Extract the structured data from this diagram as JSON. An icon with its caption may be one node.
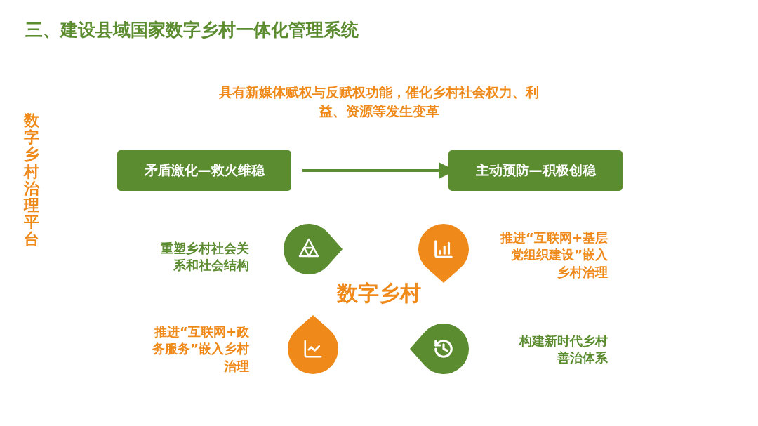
{
  "diagram": {
    "title": "三、建设县域国家数字乡村一体化管理系统",
    "nodes": [
      {
        "text": [
          "矛盾激化—救火维稳"
        ]
      },
      {
        "text": [
          "主动预防—积极创稳"
        ]
      }
    ],
    "edges": [
      {
        "from": 0,
        "to": 1,
        "arrow": "to"
      }
    ],
    "labels": [
      "数字乡村治理平台",
      "具有新媒体赋权与反赋权功能，催化乡村社会权力、利益、资源等发生变革",
      "重塑乡村社会关系和社会结构",
      "推进“互联网+基层党组织建设”嵌入乡村治理",
      "数字乡村",
      "推进“互联网+政务服务”嵌入乡村治理",
      "构建新时代乡村善治体系"
    ]
  }
}
